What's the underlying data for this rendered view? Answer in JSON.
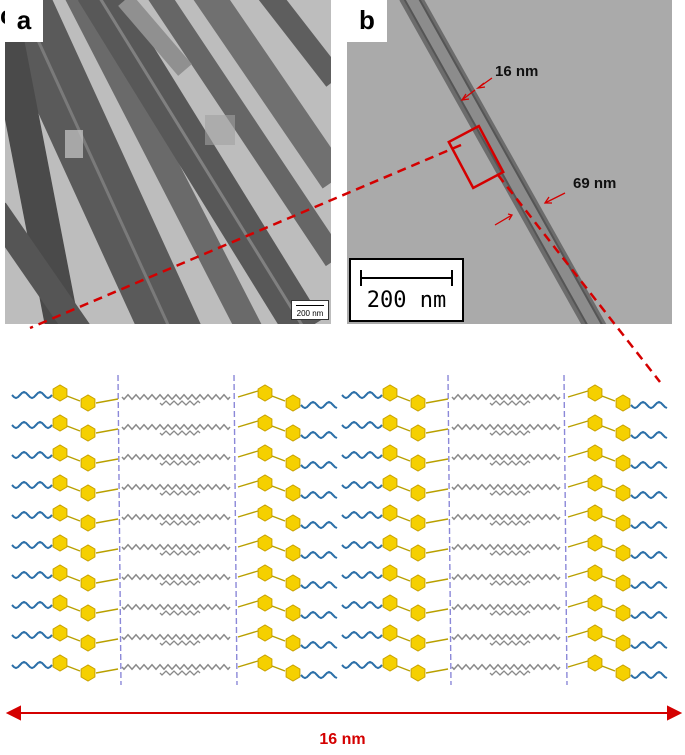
{
  "figure": {
    "panel_labels": {
      "a": "a",
      "b": "b",
      "c": "c"
    },
    "panel_a": {
      "scale_bar": "200 nm"
    },
    "panel_b": {
      "scale_bar": "200 nm",
      "measurement_width_thin": "16 nm",
      "measurement_width_thick": "69 nm"
    },
    "panel_c": {
      "span_label": "16 nm"
    },
    "colors": {
      "annotation_red": "#d40000",
      "hexagon_yellow": "#f5d000",
      "tail_blue": "#2b6fa8",
      "alkyl_gray": "#8a8a8a",
      "linker_purple": "#8b88d8"
    }
  }
}
